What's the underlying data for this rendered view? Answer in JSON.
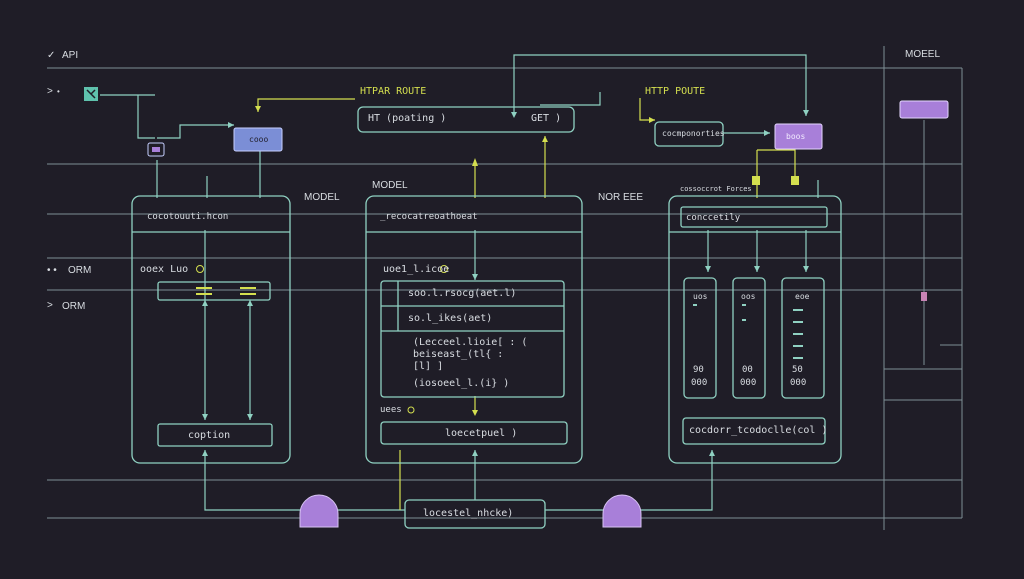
{
  "colors": {
    "background": "#1f1d27",
    "line": "#8fa3a8",
    "teal": "#8fd1c2",
    "yellow": "#d4df4f",
    "purple": "#a87fd9",
    "blue_box": "#7b8ed6",
    "text": "#d9dde2"
  },
  "labels": {
    "api": "API",
    "orm_top": "ORM",
    "orm_bottom": "ORM",
    "model_top_right": "MOEEL",
    "http_route_left": "HTPAR ROUTE",
    "http_route_right": "HTTP POUTE",
    "route_box": "HT (poating )",
    "route_box_get": "GET )",
    "compo_box": "cocmponorties",
    "model_left": "MODEL",
    "model_center": "MODEL",
    "model_right": "NOR EEE",
    "model_right_small": "cossoccrot Forces",
    "small_blue": "cooo",
    "purple_box": "boos",
    "top_purple_box": "",
    "left_panel_title": "cocotouuti.hcon",
    "left_panel_badge": "ooex Luo",
    "left_panel_footer": "coption",
    "center_panel_title": "_recocatreoathoeat",
    "center_panel_badge": "uoe1_l.icoe",
    "center_rows": [
      "soo.l.rsocg(aet.l)",
      "so.l_ikes(aet)"
    ],
    "center_code": [
      "(Lecceel.lioie[ : (",
      "beiseast_(tl{ :",
      "[l] ]",
      "(iosoeel_l.(i} )"
    ],
    "center_footer_badge": "uees",
    "center_footer": "loecetpuel )",
    "right_panel_title": "conccetily",
    "right_col_labels": [
      "uos",
      "oos",
      "eoe"
    ],
    "right_col_values": [
      [
        "90",
        "000"
      ],
      [
        "00",
        "000"
      ],
      [
        "50",
        "000"
      ]
    ],
    "right_footer": "cocdorr_tcodoclle(col )",
    "bottom_box": "locestel_nhcke)"
  }
}
